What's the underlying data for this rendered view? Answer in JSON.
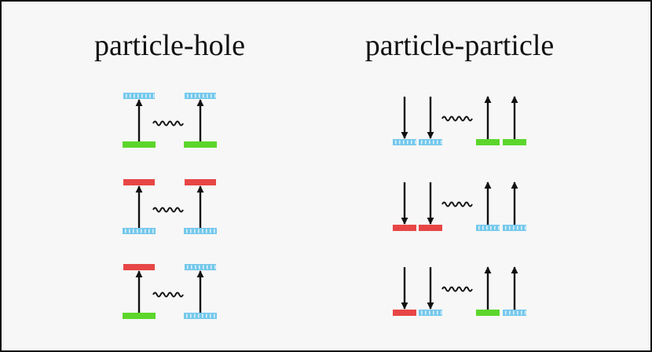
{
  "titles": {
    "left": "particle-hole",
    "right": "particle-particle"
  },
  "colors": {
    "hole_level": "#5cd62b",
    "particle_level": "#e84646",
    "unoccupied_level": "#74c8ec",
    "unoccupied_stripe": "#ffffff",
    "arrow": "#111111",
    "wave": "#111111"
  },
  "level_key": {
    "green": "hole_level",
    "red": "particle_level",
    "blue": "unoccupied_level"
  },
  "particle_hole_rows": [
    {
      "pairs": [
        {
          "top": "blue",
          "bottom": "green"
        },
        {
          "top": "blue",
          "bottom": "green"
        }
      ]
    },
    {
      "pairs": [
        {
          "top": "red",
          "bottom": "blue"
        },
        {
          "top": "red",
          "bottom": "blue"
        }
      ]
    },
    {
      "pairs": [
        {
          "top": "red",
          "bottom": "green"
        },
        {
          "top": "blue",
          "bottom": "blue"
        }
      ]
    }
  ],
  "particle_particle_rows": [
    {
      "down": [
        "blue",
        "blue"
      ],
      "up": [
        "green",
        "green"
      ]
    },
    {
      "down": [
        "red",
        "red"
      ],
      "up": [
        "blue",
        "blue"
      ]
    },
    {
      "down": [
        "red",
        "blue"
      ],
      "up": [
        "green",
        "blue"
      ]
    }
  ]
}
